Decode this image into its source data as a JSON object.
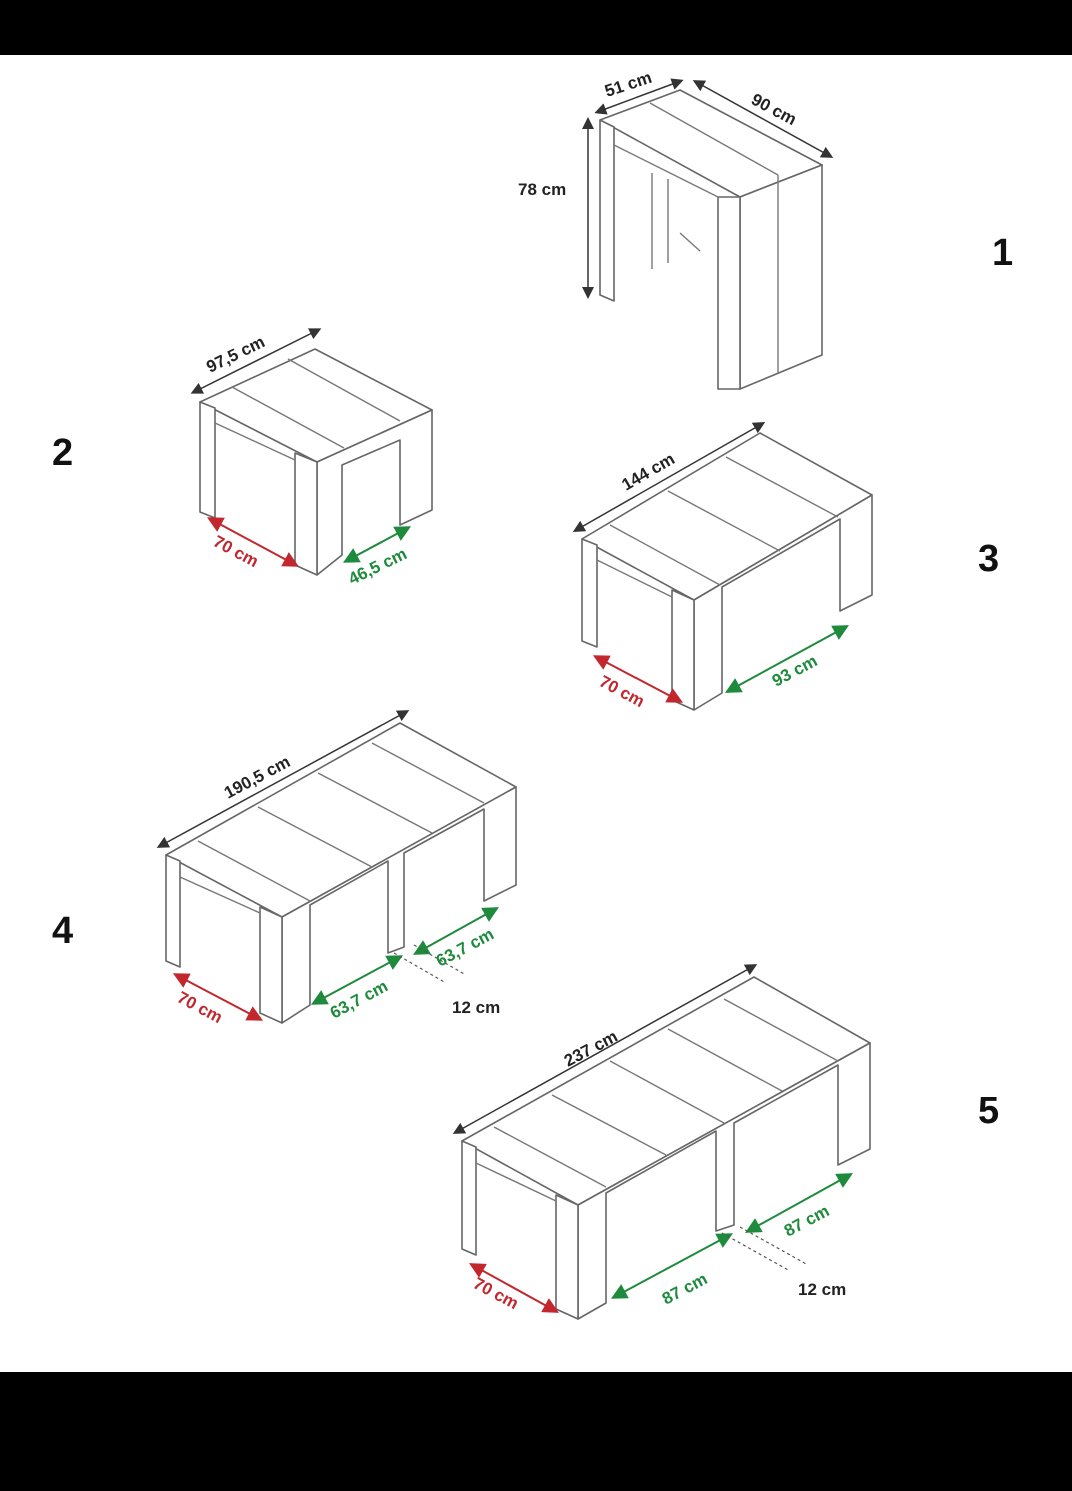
{
  "steps": [
    {
      "number": "1",
      "dims": {
        "depth": "51 cm",
        "width": "90 cm",
        "height": "78 cm"
      }
    },
    {
      "number": "2",
      "dims": {
        "length": "97,5 cm",
        "red": "70 cm",
        "green": "46,5 cm"
      }
    },
    {
      "number": "3",
      "dims": {
        "length": "144 cm",
        "red": "70 cm",
        "green": "93 cm"
      }
    },
    {
      "number": "4",
      "dims": {
        "length": "190,5 cm",
        "red": "70 cm",
        "green_a": "63,7 cm",
        "green_b": "63,7 cm",
        "gap": "12 cm"
      }
    },
    {
      "number": "5",
      "dims": {
        "length": "237 cm",
        "red": "70 cm",
        "green_a": "87 cm",
        "green_b": "87 cm",
        "gap": "12 cm"
      }
    }
  ],
  "colors": {
    "red": "#c2272d",
    "green": "#1e8a3c",
    "black": "#222222"
  }
}
